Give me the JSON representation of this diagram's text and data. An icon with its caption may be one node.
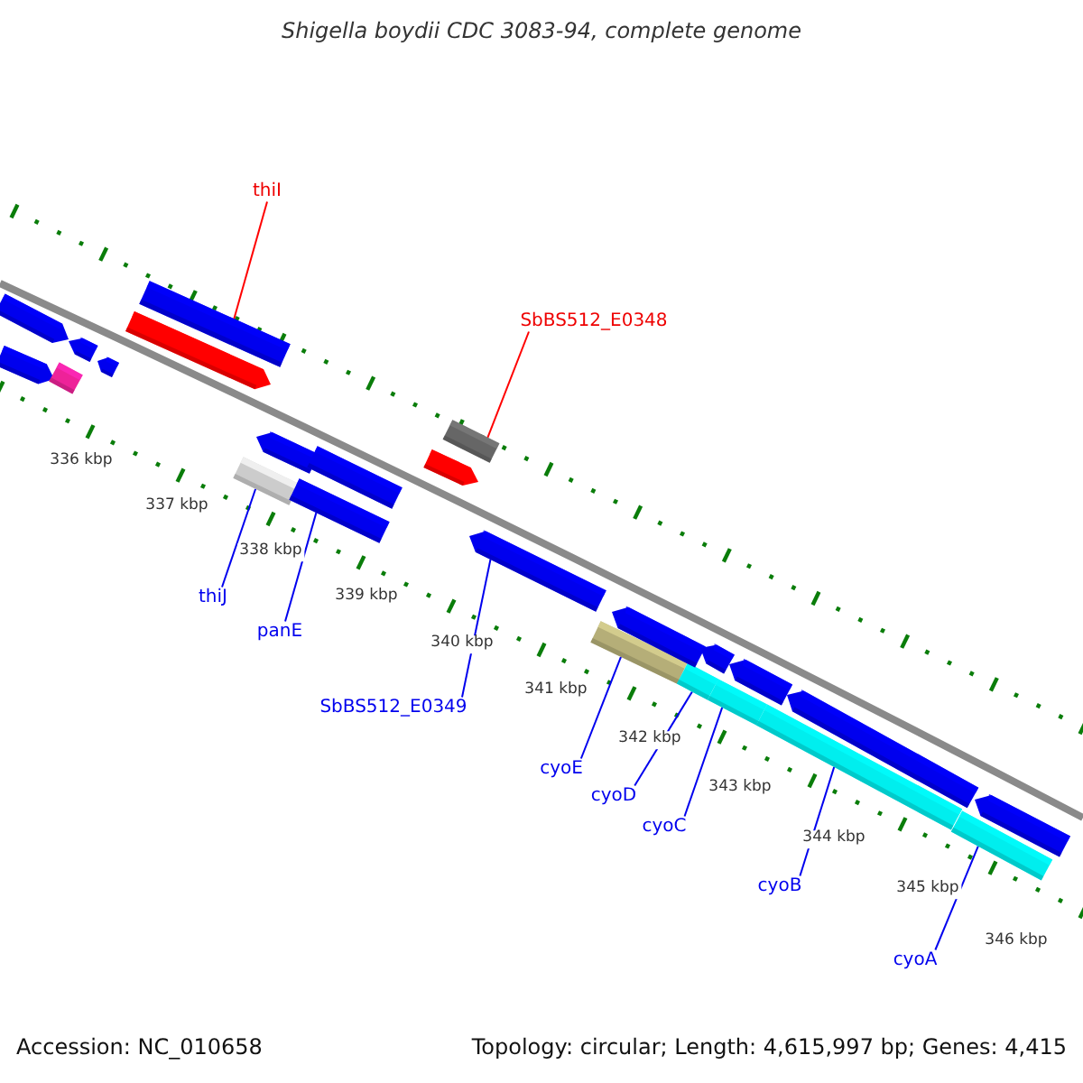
{
  "diagram": {
    "title": "Shigella boydii CDC 3083-94, complete genome",
    "nodes": [
      {
        "text": [
          "thiI"
        ]
      },
      {
        "text": [],
        "shape": "bar"
      },
      {
        "text": [
          "SbBS512_E0348"
        ]
      },
      {
        "text": [],
        "shape": "bar"
      },
      {
        "text": [],
        "shape": "bar"
      },
      {
        "text": [
          "thiJ"
        ]
      },
      {
        "text": [],
        "shape": "bar"
      },
      {
        "text": [
          "panE"
        ]
      },
      {
        "text": [],
        "shape": "bar"
      },
      {
        "text": [
          "SbBS512_E0349"
        ]
      },
      {
        "text": [],
        "shape": "bar"
      },
      {
        "text": [
          "cyoE"
        ]
      },
      {
        "text": [],
        "shape": "bar"
      },
      {
        "text": [
          "cyoD"
        ]
      },
      {
        "text": [],
        "shape": "bar"
      },
      {
        "text": [
          "cyoC"
        ]
      },
      {
        "text": [],
        "shape": "bar"
      },
      {
        "text": [
          "cyoB"
        ]
      },
      {
        "text": [],
        "shape": "bar"
      },
      {
        "text": [
          "cyoA"
        ]
      },
      {
        "text": [],
        "shape": "bar"
      },
      {
        "text": [],
        "shape": "bar"
      },
      {
        "text": [],
        "shape": "bar"
      },
      {
        "text": [],
        "shape": "bar"
      },
      {
        "text": [],
        "shape": "bar"
      },
      {
        "text": [],
        "shape": "bar"
      },
      {
        "text": [],
        "shape": "bar"
      },
      {
        "text": [],
        "shape": "bar"
      },
      {
        "text": [],
        "shape": "bar"
      },
      {
        "text": [],
        "shape": "bar"
      },
      {
        "text": [],
        "shape": "bar"
      },
      {
        "text": [],
        "shape": "bar"
      },
      {
        "text": [],
        "shape": "bar"
      },
      {
        "text": [],
        "shape": "bar"
      }
    ],
    "edges": [
      {
        "from": 0,
        "to": 1,
        "arrow": "none",
        "color": "#ff0000"
      },
      {
        "from": 2,
        "to": 3,
        "arrow": "none",
        "color": "#ff0000"
      },
      {
        "from": 5,
        "to": 4,
        "arrow": "none"
      },
      {
        "from": 7,
        "to": 6,
        "arrow": "none"
      },
      {
        "from": 9,
        "to": 8,
        "arrow": "none"
      },
      {
        "from": 11,
        "to": 10,
        "arrow": "none"
      },
      {
        "from": 13,
        "to": 12,
        "arrow": "none"
      },
      {
        "from": 15,
        "to": 14,
        "arrow": "none"
      },
      {
        "from": 17,
        "to": 16,
        "arrow": "none"
      },
      {
        "from": 19,
        "to": 18,
        "arrow": "none"
      }
    ],
    "labels": [
      "336 kbp",
      "337 kbp",
      "338 kbp",
      "339 kbp",
      "340 kbp",
      "341 kbp",
      "342 kbp",
      "343 kbp",
      "344 kbp",
      "345 kbp",
      "346 kbp",
      "Accession: NC_010658",
      "Topology: circular; Length: 4,615,997 bp; Genes: 4,415"
    ]
  }
}
